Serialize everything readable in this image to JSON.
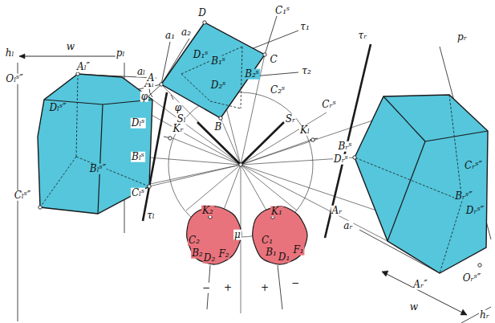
{
  "diagram": {
    "labels": [
      "hₗ",
      "pₗ",
      "w",
      "Oₗˢ″",
      "Aₗ″",
      "aₗ",
      "Aₗ",
      "Dₗˢ″",
      "Dₗˢ",
      "Bₗˢ″",
      "Bₗˢ",
      "Cₗˢ″",
      "Cₗˢ",
      "τₗ",
      "a₁",
      "a₂",
      "D",
      "C₁ˢ",
      "τ₁",
      "D₁ˢ",
      "B₁ˢ",
      "B₂ˢ",
      "C",
      "τ₂",
      "D₂ˢ",
      "C₂ˢ",
      "A",
      "φ",
      "φ",
      "B",
      "Sₗ",
      "Sᵣ",
      "Kᵣ",
      "Kₗ",
      "μ",
      "K₂",
      "K₁",
      "C₂",
      "B₂",
      "D₂",
      "F₂",
      "C₁",
      "B₁",
      "D₁",
      "F₁",
      "−",
      "+",
      "+",
      "−",
      "τᵣ",
      "Cᵣˢ",
      "pᵣ",
      "Bᵣˢ",
      "Dᵣˢ",
      "Cᵣˢ″",
      "Bᵣˢ″",
      "Dᵣˢ″",
      "Aᵣ",
      "aᵣ",
      "Aᵣ″",
      "Oᵣˢ″",
      "w",
      "hᵣ"
    ]
  }
}
